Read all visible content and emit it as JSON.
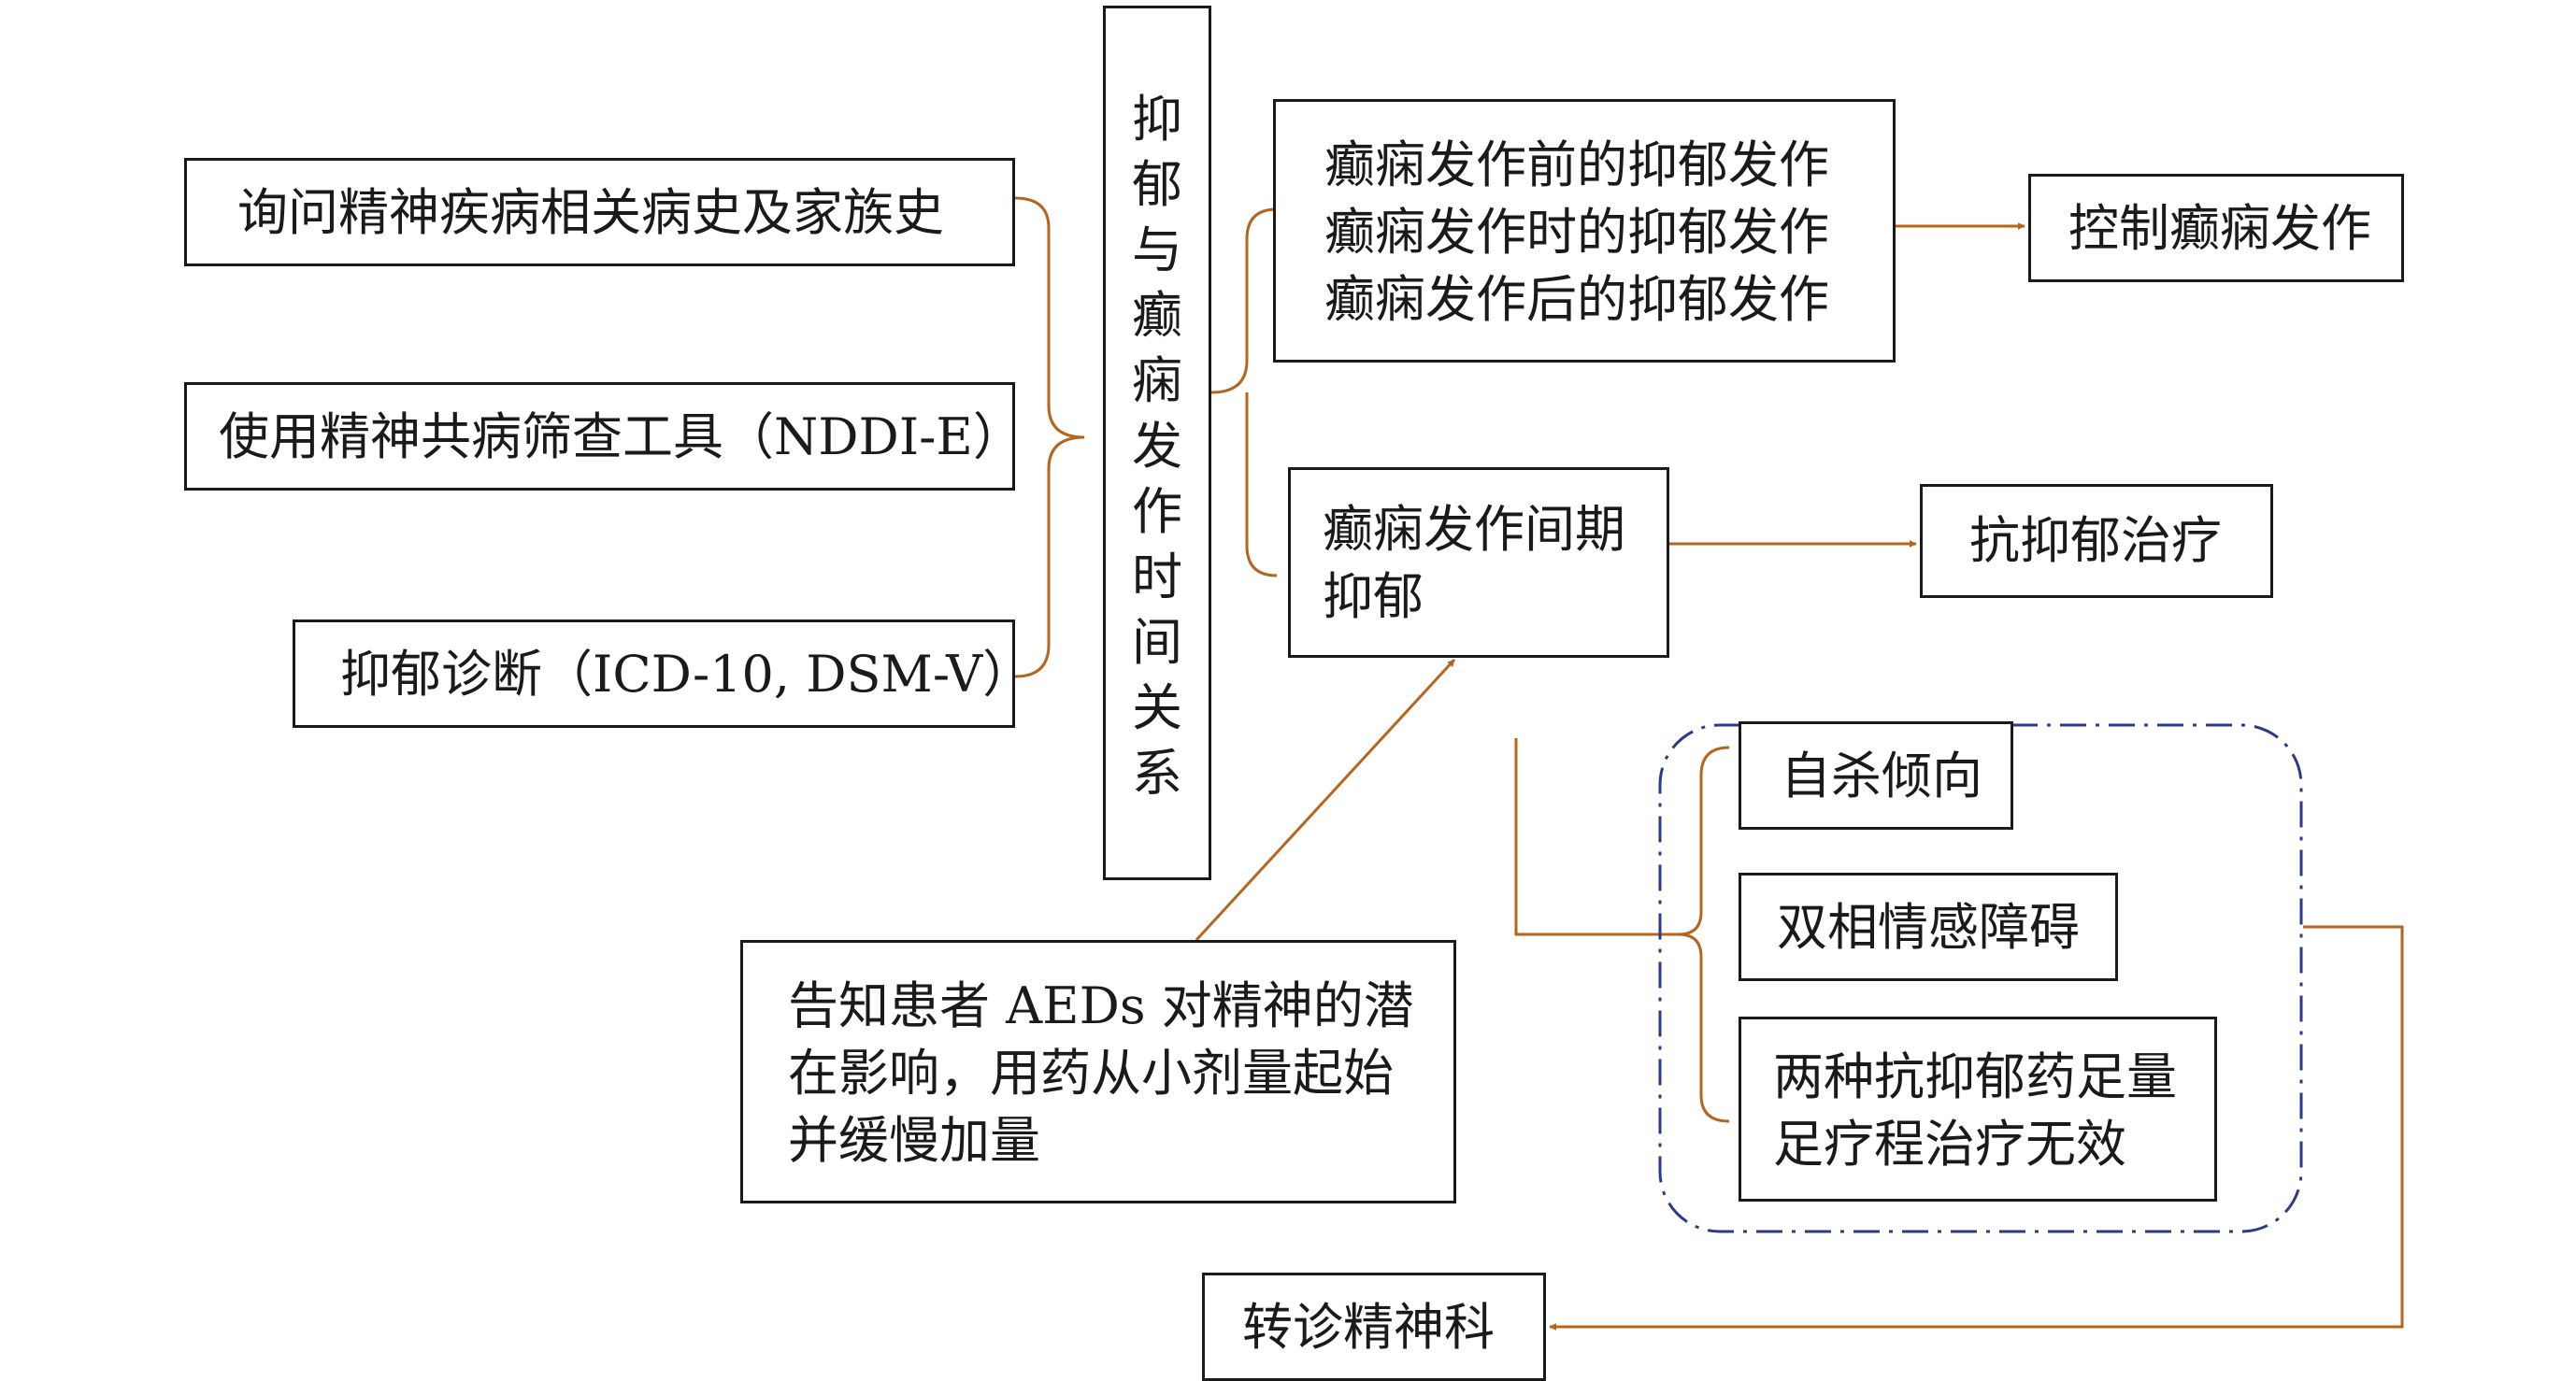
{
  "colors": {
    "connector": "#b5651d",
    "box_border": "#1a1a1a",
    "group_border": "#2b3a8a"
  },
  "left_steps": [
    "询问精神疾病相关病史及家族史",
    "使用精神共病筛查工具（NDDI-E）",
    "抑郁诊断（ICD-10, DSM-V）"
  ],
  "center_label": [
    "抑",
    "郁",
    "与",
    "癫",
    "痫",
    "发",
    "作",
    "时",
    "间",
    "关",
    "系"
  ],
  "peri_ictal": [
    "癫痫发作前的抑郁发作",
    "癫痫发作时的抑郁发作",
    "癫痫发作后的抑郁发作"
  ],
  "control_seizure": "控制癫痫发作",
  "interictal": [
    "癫痫发作间期",
    "抑郁"
  ],
  "antidepressant": "抗抑郁治疗",
  "aed_note": [
    "告知患者 AEDs 对精神的潜",
    "在影响，用药从小剂量起始",
    "并缓慢加量"
  ],
  "referral_criteria": [
    "自杀倾向",
    "双相情感障碍",
    [
      "两种抗抑郁药足量",
      "足疗程治疗无效"
    ]
  ],
  "referral": "转诊精神科"
}
